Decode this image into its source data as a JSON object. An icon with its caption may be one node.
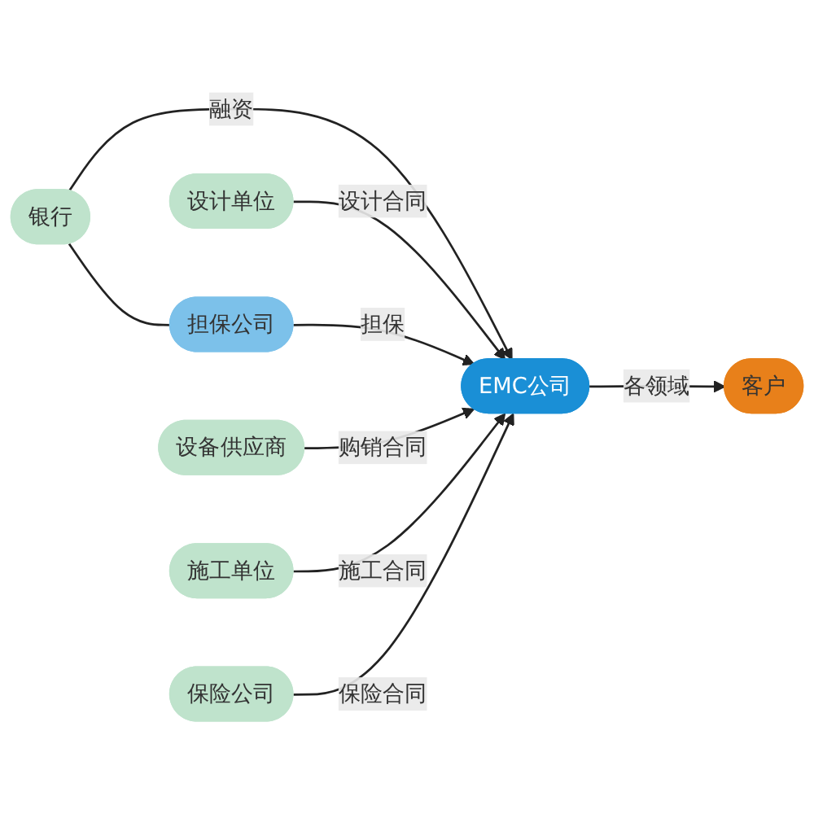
{
  "diagram": {
    "nodes": [
      {
        "text": [
          "银行"
        ]
      },
      {
        "text": [
          "设计单位"
        ]
      },
      {
        "text": [
          "担保公司"
        ]
      },
      {
        "text": [
          "设备供应商"
        ]
      },
      {
        "text": [
          "EMC公司"
        ]
      },
      {
        "text": [
          "客户"
        ]
      },
      {
        "text": [
          "施工单位"
        ]
      },
      {
        "text": [
          "保险公司"
        ]
      }
    ],
    "edges": [
      {
        "from": 0,
        "to": 2,
        "arrow": "none"
      },
      {
        "from": 0,
        "to": 4,
        "arrow": "to",
        "label": "融资"
      },
      {
        "from": 1,
        "to": 4,
        "arrow": "to",
        "label": "设计合同"
      },
      {
        "from": 2,
        "to": 4,
        "arrow": "to",
        "label": "担保"
      },
      {
        "from": 3,
        "to": 4,
        "arrow": "to",
        "label": "购销合同"
      },
      {
        "from": 6,
        "to": 4,
        "arrow": "to",
        "label": "施工合同"
      },
      {
        "from": 7,
        "to": 4,
        "arrow": "to",
        "label": "保险合同"
      },
      {
        "from": 4,
        "to": 5,
        "arrow": "to",
        "label": "各领域"
      }
    ]
  }
}
